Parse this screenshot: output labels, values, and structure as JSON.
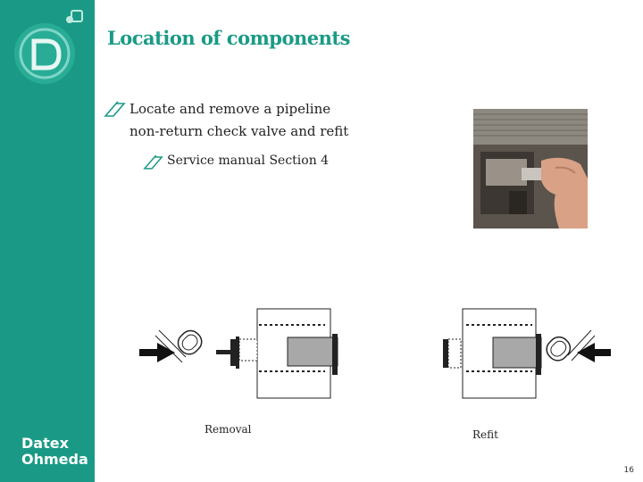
{
  "sidebar": {
    "brand_line1": "Datex",
    "brand_line2": "Ohmeda",
    "color": "#1a9a86"
  },
  "slide": {
    "title": "Location of components",
    "bullets": [
      {
        "text": "Locate and remove a pipeline non-return check valve and refit",
        "icon": "notepad-bullet-icon"
      },
      {
        "text": "Service manual Section 4",
        "icon": "notepad-bullet-icon"
      }
    ],
    "captions": {
      "removal": "Removal",
      "refit": "Refit"
    },
    "page_number": "16"
  },
  "colors": {
    "title": "#1a9a86",
    "text": "#222222",
    "arrow": "#111111",
    "valve": "#a8a8a8"
  }
}
